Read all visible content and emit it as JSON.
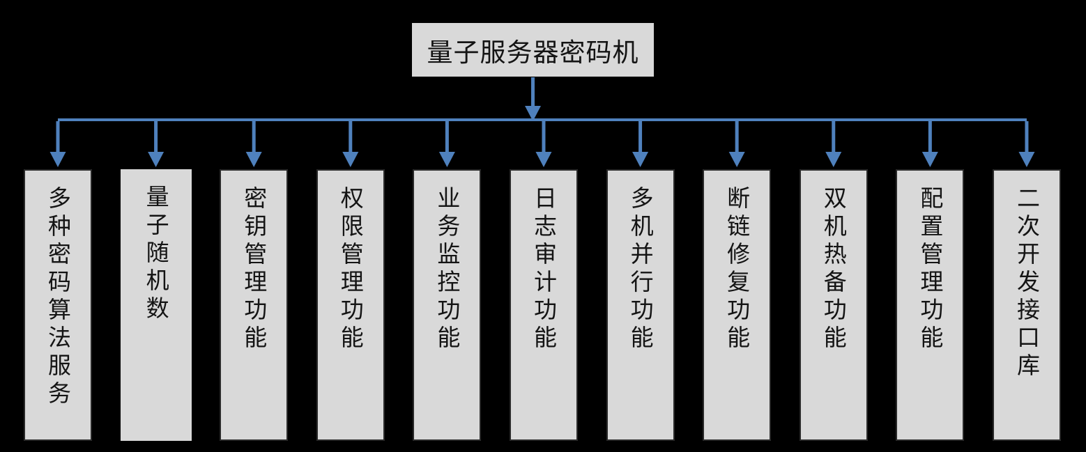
{
  "root": {
    "label": "量子服务器密码机"
  },
  "children": [
    {
      "label": "多种密码算法服务",
      "border": true
    },
    {
      "label": "量子随机数",
      "border": false
    },
    {
      "label": "密钥管理功能",
      "border": true
    },
    {
      "label": "权限管理功能",
      "border": true
    },
    {
      "label": "业务监控功能",
      "border": true
    },
    {
      "label": "日志审计功能",
      "border": true
    },
    {
      "label": "多机并行功能",
      "border": true
    },
    {
      "label": "断链修复功能",
      "border": true
    },
    {
      "label": "双机热备功能",
      "border": true
    },
    {
      "label": "配置管理功能",
      "border": true
    },
    {
      "label": "二次开发接口库",
      "border": true
    }
  ],
  "colors": {
    "background": "#000000",
    "box_fill": "#d9d9d9",
    "box_border": "#2a2a2a",
    "text": "#141414",
    "connector_blue": "#4f81bd"
  }
}
